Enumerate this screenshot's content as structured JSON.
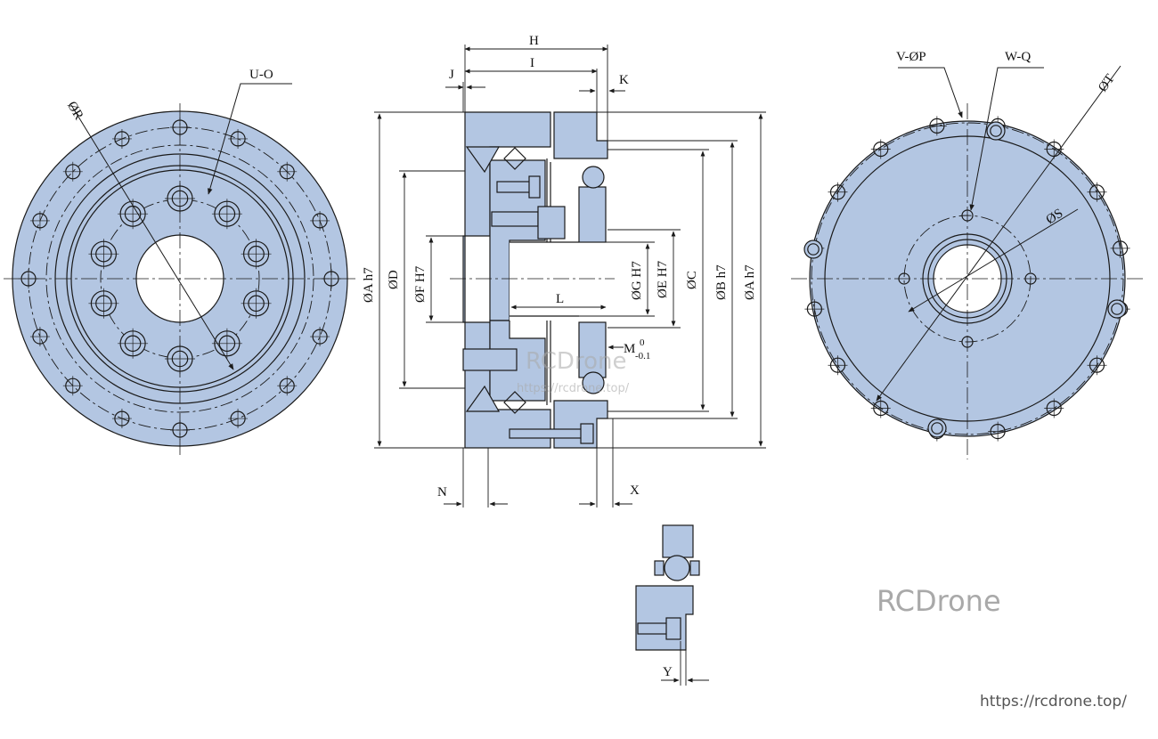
{
  "colors": {
    "part_fill": "#b3c6e2",
    "line": "#1a1a1a",
    "watermark": "#a9a9a9"
  },
  "left_view": {
    "labels": {
      "dia_r": "ØR",
      "u_o": "U-O"
    }
  },
  "section_view": {
    "labels": {
      "h": "H",
      "i": "I",
      "j": "J",
      "k": "K",
      "dia_a": "ØA h7",
      "dia_d": "ØD",
      "dia_f": "ØF H7",
      "dia_g": "ØG H7",
      "dia_e": "ØE H7",
      "dia_c": "ØC",
      "dia_b": "ØB h7",
      "dia_a_right": "ØA h7",
      "l": "L",
      "m": "M",
      "m_upper": "0",
      "m_lower": "-0.1",
      "n": "N",
      "x": "X"
    }
  },
  "right_view": {
    "labels": {
      "v_p": "V-ØP",
      "w_q": "W-Q",
      "dia_t": "ØT",
      "dia_s": "ØS"
    }
  },
  "detail_view": {
    "labels": {
      "y": "Y"
    }
  },
  "watermarks": {
    "center_brand": "RCDrone",
    "center_url": "https://rcdrone.top/",
    "brand": "RCDrone",
    "url": "https://rcdrone.top/"
  }
}
